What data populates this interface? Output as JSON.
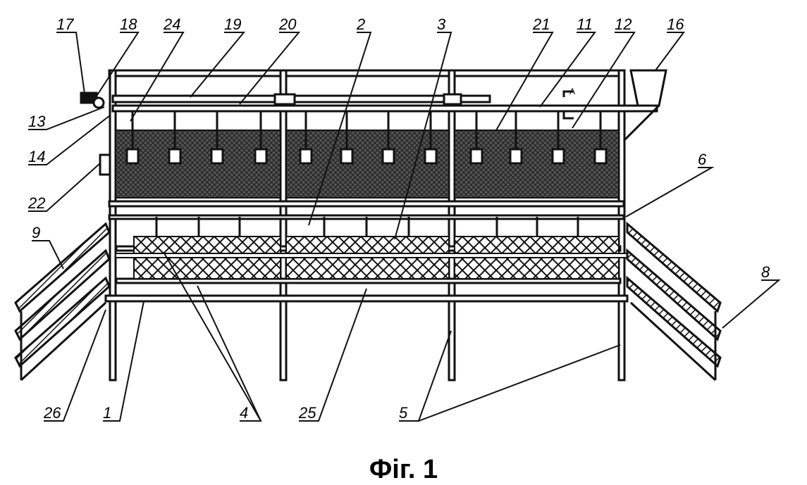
{
  "figure": {
    "caption": "Фіг. 1",
    "callouts": [
      "17",
      "18",
      "24",
      "19",
      "20",
      "2",
      "3",
      "21",
      "11",
      "12",
      "16",
      "13",
      "14",
      "22",
      "6",
      "9",
      "8",
      "26",
      "1",
      "4",
      "25",
      "5"
    ],
    "section_mark": "A"
  }
}
